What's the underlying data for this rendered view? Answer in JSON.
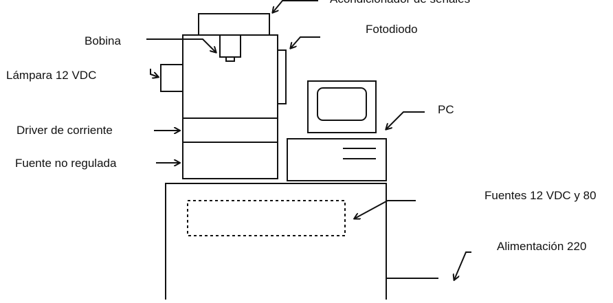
{
  "labels": {
    "acondicionador": "Acondicionador de señales",
    "fotodiodo": "Fotodiodo",
    "bobina": "Bobina",
    "lampara": "Lámpara 12 VDC",
    "pc": "PC",
    "driver": "Driver de corriente",
    "fuente_no_regulada": "Fuente no regulada",
    "fuentes_12vdc": "Fuentes 12 VDC y 80",
    "alimentacion": "Alimentación 220"
  },
  "colors": {
    "stroke": "#111111",
    "background": "#ffffff"
  }
}
